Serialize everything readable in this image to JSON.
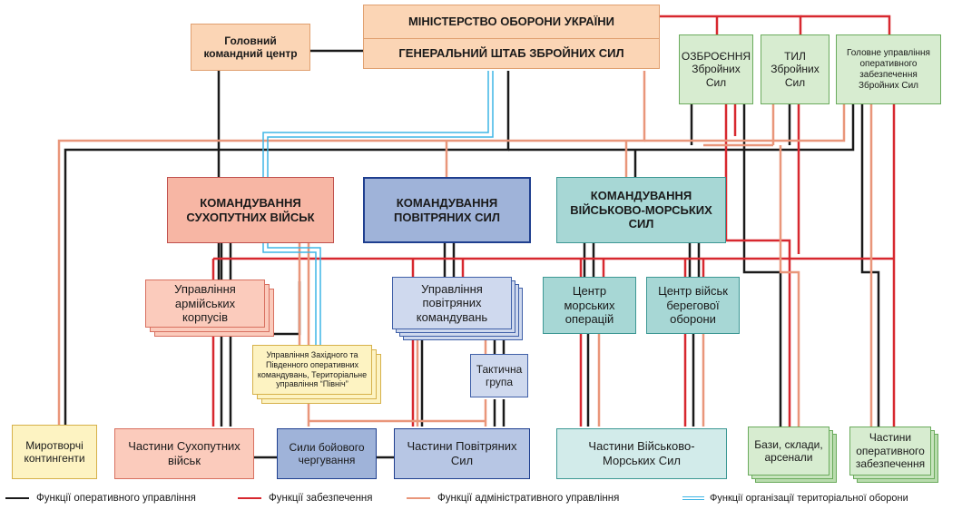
{
  "colors": {
    "operational": "#1a1a1a",
    "support": "#d7282f",
    "administrative": "#e9967a",
    "territorial": "#3fb5e5"
  },
  "nodes": {
    "ministry": "МІНІСТЕРСТВО ОБОРОНИ УКРАЇНИ",
    "general_staff": "ГЕНЕРАЛЬНИЙ ШТАБ ЗБРОЙНИХ СИЛ",
    "main_command_center": "Головний командний центр",
    "armament": "ОЗБРОЄННЯ Збройних Сил",
    "rear": "ТИЛ Збройних Сил",
    "main_support_directorate": "Головне управління оперативного забезпечення Збройних Сил",
    "land_command": "КОМАНДУВАННЯ СУХОПУТНИХ ВІЙСЬК",
    "air_command": "КОМАНДУВАННЯ ПОВІТРЯНИХ СИЛ",
    "navy_command": "КОМАНДУВАННЯ ВІЙСЬКОВО-МОРСЬКИХ СИЛ",
    "army_corps": "Управління армійських корпусів",
    "operational_commands": "Управління Західного та Південного оперативних командувань, Територіальне управління “Північ”",
    "air_commands": "Управління повітряних командувань",
    "tactical_group": "Тактична група",
    "naval_ops_center": "Центр морських операцій",
    "coastal_defense_center": "Центр військ берегової оборони",
    "peacekeeping": "Миротворчі контингенти",
    "land_units": "Частини Сухопутних військ",
    "duty_forces": "Сили бойового чергування",
    "air_units": "Частини Повітряних Сил",
    "navy_units": "Частини Військово-Морських Сил",
    "bases": "Бази, склади, арсенали",
    "support_units": "Частини оперативного забезпечення"
  },
  "legend": [
    {
      "label": "Функції оперативного управління",
      "color": "#1a1a1a"
    },
    {
      "label": "Функції забезпечення",
      "color": "#d7282f"
    },
    {
      "label": "Функції адміністративного управління",
      "color": "#e9967a"
    },
    {
      "label": "Функції організації територіальної оборони",
      "color": "#3fb5e5"
    }
  ]
}
